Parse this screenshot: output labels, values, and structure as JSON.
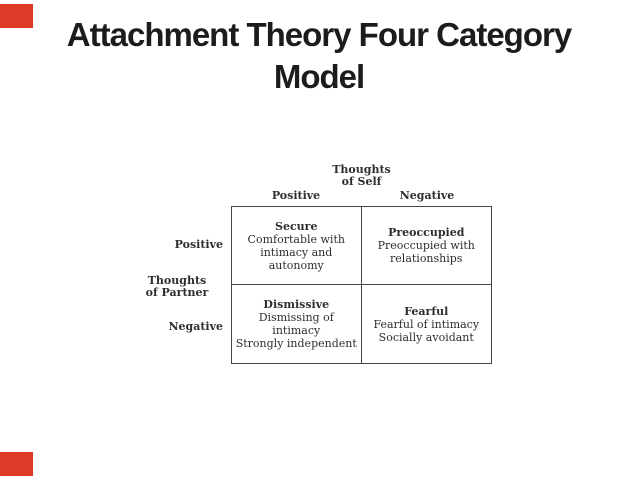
{
  "slide": {
    "title_line1": "Attachment Theory Four Category",
    "title_line2": "Model"
  },
  "accent": {
    "color": "#e03a2b"
  },
  "diagram": {
    "self_axis": {
      "line1": "Thoughts",
      "line2": "of Self",
      "positive": "Positive",
      "negative": "Negative"
    },
    "partner_axis": {
      "line1": "Thoughts",
      "line2": "of Partner",
      "positive": "Positive",
      "negative": "Negative"
    },
    "quadrants": {
      "secure": {
        "title": "Secure",
        "line1": "Comfortable with",
        "line2": "intimacy and autonomy"
      },
      "preoccupied": {
        "title": "Preoccupied",
        "line1": "Preoccupied with",
        "line2": "relationships"
      },
      "dismissive": {
        "title": "Dismissive",
        "line1": "Dismissing of intimacy",
        "line2": "Strongly independent"
      },
      "fearful": {
        "title": "Fearful",
        "line1": "Fearful of intimacy",
        "line2": "Socially avoidant"
      }
    }
  }
}
